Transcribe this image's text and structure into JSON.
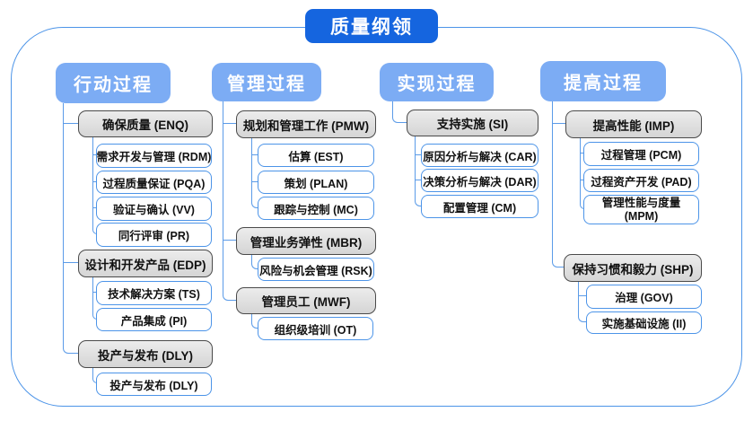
{
  "title": "质量纲领",
  "colors": {
    "title_blue": "#1565df",
    "header_blue": "#7cacf4",
    "connector_blue": "#5b9be8",
    "box_border_blue": "#4c94e8",
    "group_gray_fill": "#dedede",
    "group_gray_border": "#4a4a4a"
  },
  "columns": [
    {
      "header": "行动过程",
      "groups": [
        {
          "label": "确保质量 (ENQ)",
          "children": [
            "需求开发与管理 (RDM)",
            "过程质量保证 (PQA)",
            "验证与确认 (VV)",
            "同行评审 (PR)"
          ]
        },
        {
          "label": "设计和开发产品 (EDP)",
          "children": [
            "技术解决方案 (TS)",
            "产品集成 (PI)"
          ]
        },
        {
          "label": "投产与发布 (DLY)",
          "children": [
            "投产与发布 (DLY)"
          ]
        }
      ]
    },
    {
      "header": "管理过程",
      "groups": [
        {
          "label": "规划和管理工作 (PMW)",
          "children": [
            "估算 (EST)",
            "策划 (PLAN)",
            "跟踪与控制 (MC)"
          ]
        },
        {
          "label": "管理业务弹性 (MBR)",
          "children": [
            "风险与机会管理 (RSK)"
          ]
        },
        {
          "label": "管理员工 (MWF)",
          "children": [
            "组织级培训 (OT)"
          ]
        }
      ]
    },
    {
      "header": "实现过程",
      "groups": [
        {
          "label": "支持实施 (SI)",
          "children": [
            "原因分析与解决 (CAR)",
            "决策分析与解决 (DAR)",
            "配置管理 (CM)"
          ]
        }
      ]
    },
    {
      "header": "提高过程",
      "groups": [
        {
          "label": "提高性能 (IMP)",
          "children": [
            "过程管理 (PCM)",
            "过程资产开发 (PAD)",
            "管理性能与度量 (MPM)"
          ]
        },
        {
          "label": "保持习惯和毅力 (SHP)",
          "children": [
            "治理 (GOV)",
            "实施基础设施 (II)"
          ]
        }
      ]
    }
  ]
}
